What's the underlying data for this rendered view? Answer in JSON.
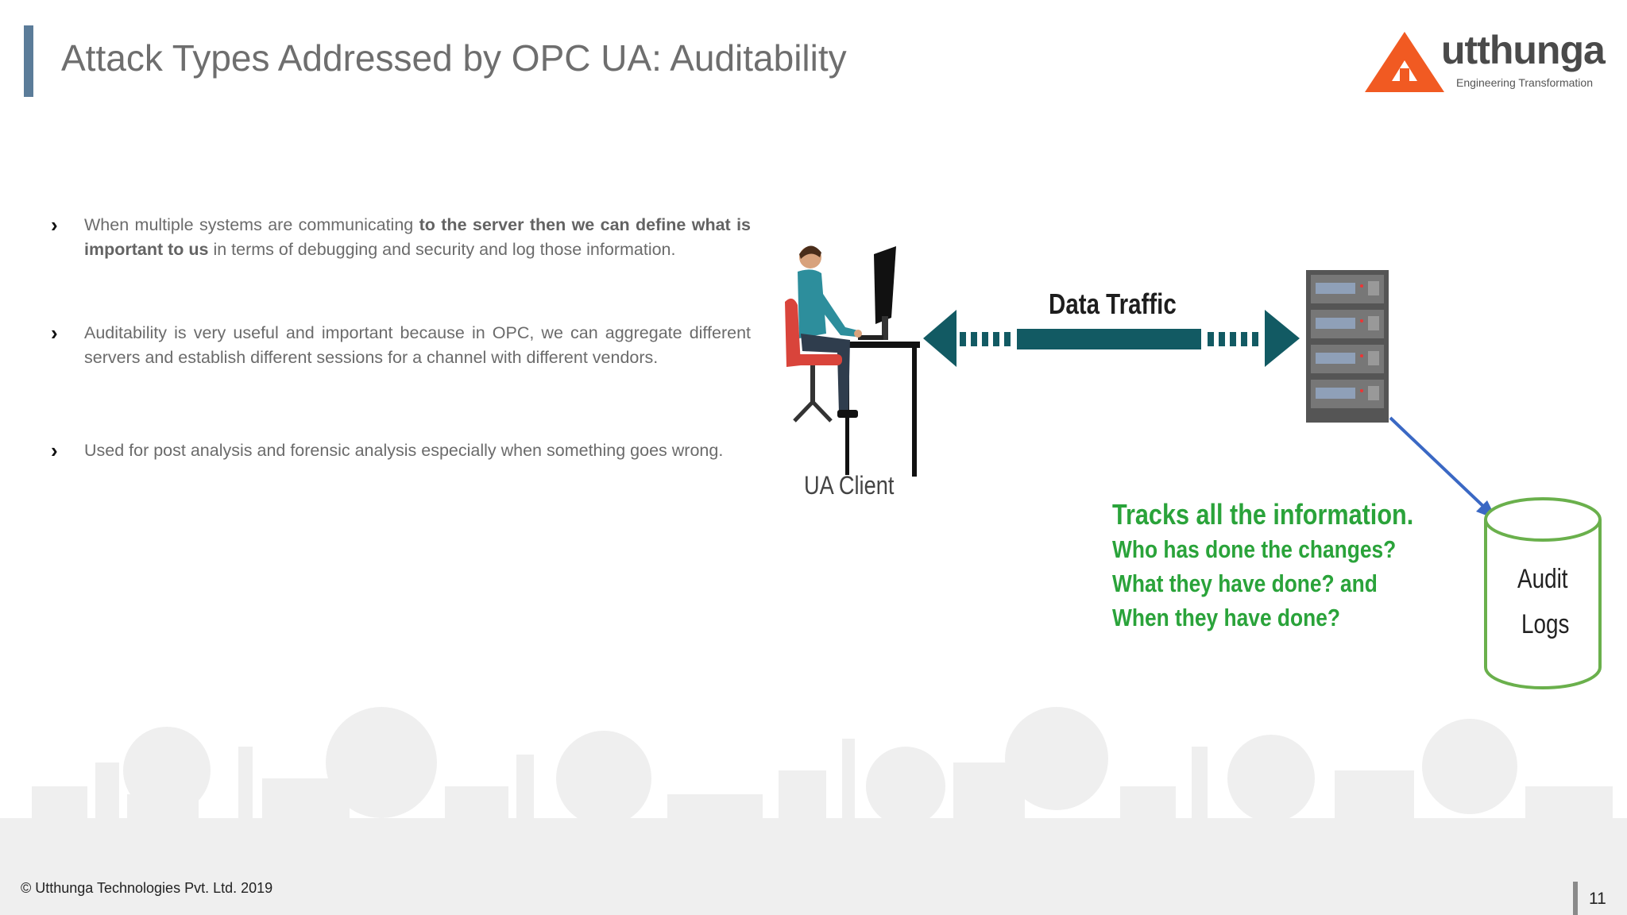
{
  "slide": {
    "title": "Attack Types Addressed by OPC UA: Auditability",
    "logo": {
      "name": "utthunga",
      "tagline": "Engineering Transformation",
      "color": "#f15a22"
    },
    "bullets": [
      {
        "parts": [
          {
            "text": " When multiple systems are communicating ",
            "bold": false
          },
          {
            "text": "to the server then we can define what is important to us",
            "bold": true
          },
          {
            "text": " in terms of debugging and security and log those information.",
            "bold": false
          }
        ]
      },
      {
        "parts": [
          {
            "text": " Auditability is very useful and important because in OPC, we can aggregate different servers and establish different sessions for a channel with different vendors.",
            "bold": false
          }
        ]
      },
      {
        "parts": [
          {
            "text": " Used for post analysis and forensic analysis especially when something goes wrong.",
            "bold": false
          }
        ]
      }
    ],
    "diagram": {
      "arrow_label": "Data Traffic",
      "client_label": "UA Client",
      "green_lines": [
        "Tracks all the information.",
        "Who has done the changes?",
        "What they have done? and",
        "When they have done?"
      ],
      "audit_lines": [
        "Audit",
        "Logs"
      ],
      "colors": {
        "arrow": "#125a63",
        "green_text": "#2aa33a",
        "cylinder": "#6ab04c",
        "connector": "#3a68c4"
      }
    },
    "footer": "© Utthunga Technologies Pvt. Ltd. 2019",
    "page_number": "11"
  }
}
